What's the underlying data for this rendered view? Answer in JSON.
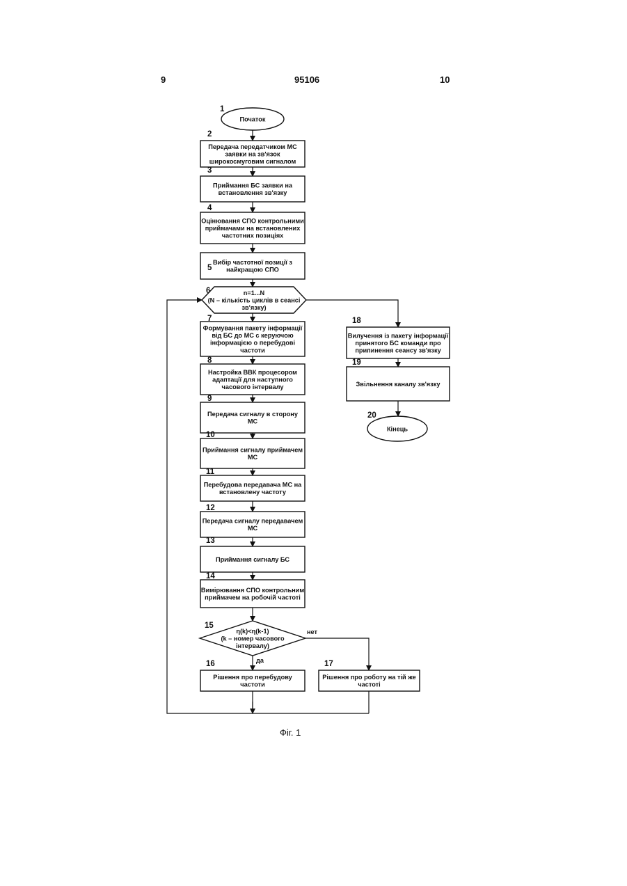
{
  "header": {
    "left_page": "9",
    "doc_number": "95106",
    "right_page": "10"
  },
  "caption": "Фіг. 1",
  "steps": [
    {
      "num": "1",
      "lines": [
        "Початок"
      ]
    },
    {
      "num": "2",
      "lines": [
        "Передача передатчиком МС",
        "заявки на зв'язок",
        "широкосмуговим сигналом"
      ]
    },
    {
      "num": "3",
      "lines": [
        "Приймання БС заявки на",
        "встановлення зв'язку"
      ]
    },
    {
      "num": "4",
      "lines": [
        "Оцінювання СПО контрольними",
        "приймачами на встановлених",
        "частотних позиціях"
      ]
    },
    {
      "num": "5",
      "lines": [
        "Вибір частотної позиції з",
        "найкращою СПО"
      ]
    },
    {
      "num": "6",
      "lines": [
        "n=1...N",
        "(N – кількість циклів в сеансі",
        "зв'язку)"
      ]
    },
    {
      "num": "7",
      "lines": [
        "Формування пакету інформації",
        "від БС до МС с керуючою",
        "інформацією о перебудові",
        "частоти"
      ]
    },
    {
      "num": "8",
      "lines": [
        "Настройка ВВК процесором",
        "адаптації для наступного",
        "часового інтервалу"
      ]
    },
    {
      "num": "9",
      "lines": [
        "Передача сигналу в сторону",
        "МС"
      ]
    },
    {
      "num": "10",
      "lines": [
        "Приймання сигналу приймачем",
        "МС"
      ]
    },
    {
      "num": "11",
      "lines": [
        "Перебудова передавача МС на",
        "встановлену частоту"
      ]
    },
    {
      "num": "12",
      "lines": [
        "Передача сигналу передавачем",
        "МС"
      ]
    },
    {
      "num": "13",
      "lines": [
        "Приймання сигналу БС"
      ]
    },
    {
      "num": "14",
      "lines": [
        "Вимірювання СПО контрольним",
        "приймачем на робочій частоті"
      ]
    },
    {
      "num": "15",
      "lines": [
        "η(k)<η(k-1)",
        "(k – номер часового",
        "інтервалу)"
      ]
    },
    {
      "num": "16",
      "lines": [
        "Рішення про перебудову",
        "частоти"
      ]
    },
    {
      "num": "17",
      "lines": [
        "Рішення про роботу на тій же",
        "частоті"
      ]
    },
    {
      "num": "18",
      "lines": [
        "Вилучення із пакету інформації",
        "принятого БС команди про",
        "припинення сеансу зв'язку"
      ]
    },
    {
      "num": "19",
      "lines": [
        "Звільнення каналу зв'язку"
      ]
    },
    {
      "num": "20",
      "lines": [
        "Кінець"
      ]
    }
  ],
  "branch_labels": {
    "yes": "да",
    "no": "нет"
  }
}
